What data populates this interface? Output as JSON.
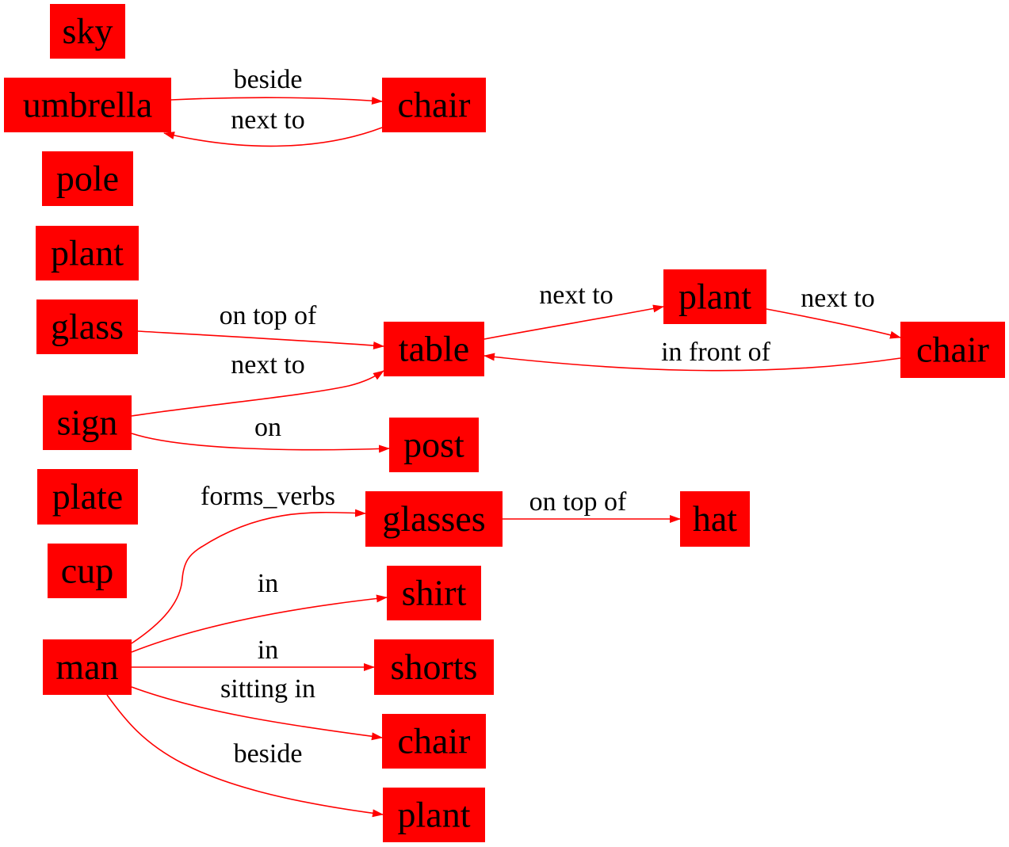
{
  "colors": {
    "node_fill": "#ff0000",
    "edge_stroke": "#ff0000",
    "text": "#000000"
  },
  "nodes": [
    {
      "id": "sky",
      "label": "sky"
    },
    {
      "id": "umbrella",
      "label": "umbrella"
    },
    {
      "id": "chair1",
      "label": "chair"
    },
    {
      "id": "pole",
      "label": "pole"
    },
    {
      "id": "plant1",
      "label": "plant"
    },
    {
      "id": "glass",
      "label": "glass"
    },
    {
      "id": "table",
      "label": "table"
    },
    {
      "id": "plant2",
      "label": "plant"
    },
    {
      "id": "chair2",
      "label": "chair"
    },
    {
      "id": "sign",
      "label": "sign"
    },
    {
      "id": "post",
      "label": "post"
    },
    {
      "id": "plate",
      "label": "plate"
    },
    {
      "id": "glasses",
      "label": "glasses"
    },
    {
      "id": "hat",
      "label": "hat"
    },
    {
      "id": "cup",
      "label": "cup"
    },
    {
      "id": "shirt",
      "label": "shirt"
    },
    {
      "id": "man",
      "label": "man"
    },
    {
      "id": "shorts",
      "label": "shorts"
    },
    {
      "id": "chair3",
      "label": "chair"
    },
    {
      "id": "plant3",
      "label": "plant"
    }
  ],
  "edges": [
    {
      "id": "umbrella-beside-chair",
      "from": "umbrella",
      "to": "chair1",
      "label": "beside"
    },
    {
      "id": "chair-nextto-umbrella",
      "from": "chair1",
      "to": "umbrella",
      "label": "next to"
    },
    {
      "id": "glass-ontopof-table",
      "from": "glass",
      "to": "table",
      "label": "on top of"
    },
    {
      "id": "sign-nextto-table",
      "from": "sign",
      "to": "table",
      "label": "next to"
    },
    {
      "id": "table-nextto-plant",
      "from": "table",
      "to": "plant2",
      "label": "next to"
    },
    {
      "id": "plant-nextto-chair",
      "from": "plant2",
      "to": "chair2",
      "label": "next to"
    },
    {
      "id": "chair-infrontof-table",
      "from": "chair2",
      "to": "table",
      "label": "in front of"
    },
    {
      "id": "sign-on-post",
      "from": "sign",
      "to": "post",
      "label": "on"
    },
    {
      "id": "man-formsverbs-glasses",
      "from": "man",
      "to": "glasses",
      "label": "forms_verbs"
    },
    {
      "id": "glasses-ontopof-hat",
      "from": "glasses",
      "to": "hat",
      "label": "on top of"
    },
    {
      "id": "man-in-shirt",
      "from": "man",
      "to": "shirt",
      "label": "in"
    },
    {
      "id": "man-in-shorts",
      "from": "man",
      "to": "shorts",
      "label": "in"
    },
    {
      "id": "man-sittingin-chair",
      "from": "man",
      "to": "chair3",
      "label": "sitting in"
    },
    {
      "id": "man-beside-plant",
      "from": "man",
      "to": "plant3",
      "label": "beside"
    }
  ]
}
